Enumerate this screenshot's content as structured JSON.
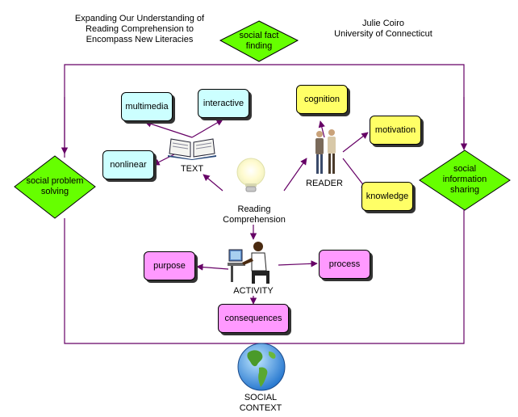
{
  "header": {
    "title_lines": [
      "Expanding Our Understanding of",
      "Reading Comprehension to",
      "Encompass New Literacies"
    ],
    "author_lines": [
      "Julie Coiro",
      "University of Connecticut"
    ]
  },
  "diamonds": {
    "top": [
      "social fact",
      "finding"
    ],
    "left": [
      "social problem",
      "solving"
    ],
    "right": [
      "social",
      "information",
      "sharing"
    ]
  },
  "text_group": {
    "label": "TEXT",
    "boxes": {
      "multimedia": "multimedia",
      "interactive": "interactive",
      "nonlinear": "nonlinear"
    }
  },
  "reader_group": {
    "label": "READER",
    "boxes": {
      "cognition": "cognition",
      "motivation": "motivation",
      "knowledge": "knowledge"
    }
  },
  "center": {
    "label_lines": [
      "Reading",
      "Comprehension"
    ]
  },
  "activity_group": {
    "label": "ACTIVITY",
    "boxes": {
      "purpose": "purpose",
      "process": "process",
      "consequences": "consequences"
    }
  },
  "context": {
    "label_lines": [
      "SOCIAL",
      "CONTEXT"
    ]
  },
  "colors": {
    "cyan_box": "#ccffff",
    "yellow_box": "#ffff66",
    "magenta_box": "#ff99ff",
    "diamond": "#66ff00",
    "connector": "#660066"
  }
}
